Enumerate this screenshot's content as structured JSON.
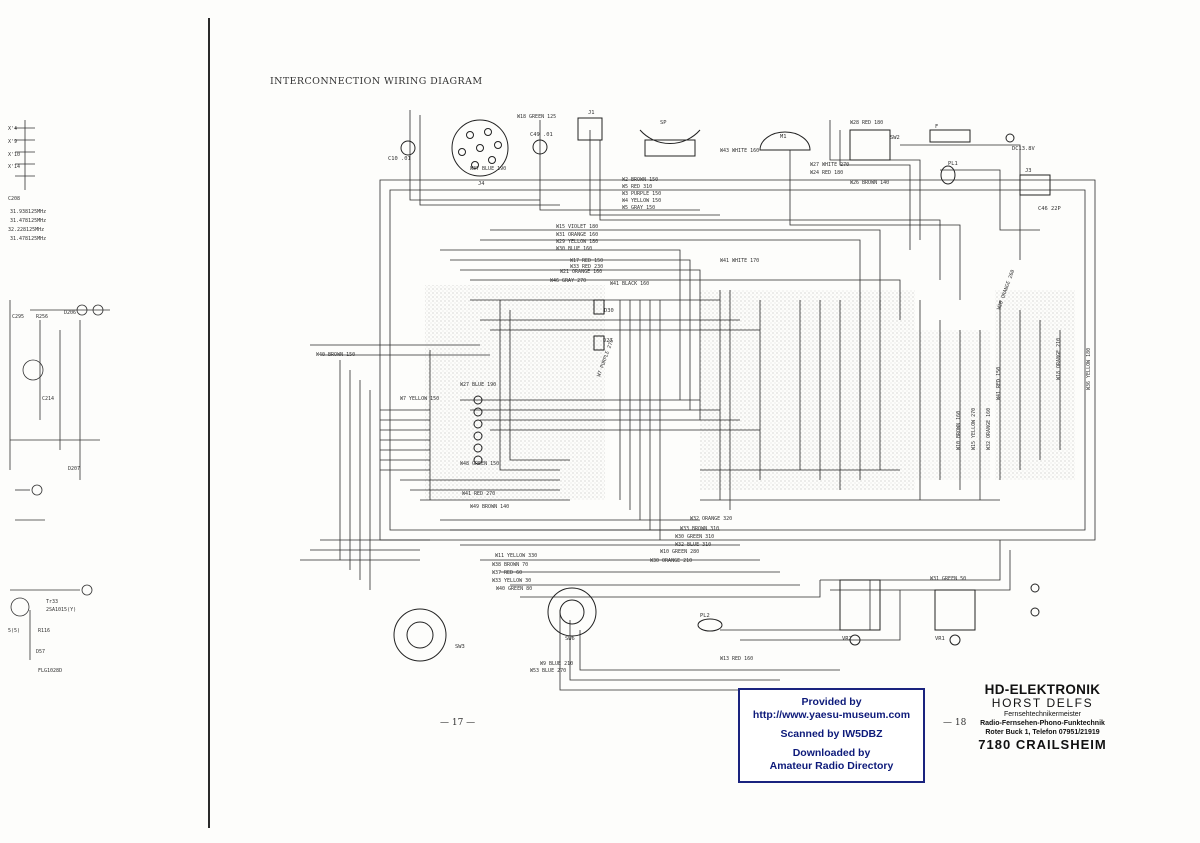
{
  "title": "INTERCONNECTION WIRING DIAGRAM",
  "page_numbers": {
    "left": "— 17 —",
    "right": "— 18"
  },
  "credits": {
    "line1": "Provided by",
    "line2": "http://www.yaesu-museum.com",
    "line3": "Scanned by IW5DBZ",
    "line4": "Downloaded by",
    "line5": "Amateur Radio Directory"
  },
  "stamp": {
    "line1": "HD-ELEKTRONIK",
    "line2": "HORST DELFS",
    "line3": "Fernsehtechnikermeister",
    "line4": "Radio-Fernsehen-Phono-Funktechnik",
    "line5": "Roter Buck 1, Telefon 07951/21919",
    "line6": "7180 CRAILSHEIM"
  },
  "wire_labels": [
    {
      "text": "W18 GREEN 125",
      "pos": "top-left"
    },
    {
      "text": "W37 BLUE 190",
      "pos": "top-left"
    },
    {
      "text": "W2 BROWN 150",
      "pos": "upper-middle"
    },
    {
      "text": "W5 RED 310",
      "pos": "upper-middle"
    },
    {
      "text": "W3 PURPLE 150",
      "pos": "upper-middle"
    },
    {
      "text": "W4 YELLOW 150",
      "pos": "upper-middle"
    },
    {
      "text": "W5 GRAY 150",
      "pos": "upper-middle"
    },
    {
      "text": "W43 WHITE 160",
      "pos": "top-center"
    },
    {
      "text": "W27 WHITE 270",
      "pos": "top-right"
    },
    {
      "text": "W24 RED 180",
      "pos": "top-right"
    },
    {
      "text": "W26 BROWN 140",
      "pos": "top-right"
    },
    {
      "text": "W28 RED 180",
      "pos": "top-right"
    },
    {
      "text": "W15 VIOLET 180",
      "pos": "center"
    },
    {
      "text": "W31 ORANGE 160",
      "pos": "center"
    },
    {
      "text": "W29 YELLOW 180",
      "pos": "center"
    },
    {
      "text": "W30 BLUE 160",
      "pos": "center"
    },
    {
      "text": "W17 RED 150",
      "pos": "center"
    },
    {
      "text": "W33 RED 230",
      "pos": "center"
    },
    {
      "text": "W21 ORANGE 160",
      "pos": "center"
    },
    {
      "text": "W46 GRAY 270",
      "pos": "center"
    },
    {
      "text": "W41 BLACK 160",
      "pos": "center"
    },
    {
      "text": "W41 WHITE 170",
      "pos": "center"
    },
    {
      "text": "W7 PURPLE 270",
      "pos": "center"
    },
    {
      "text": "W40 BROWN 150",
      "pos": "left"
    },
    {
      "text": "W27 BLUE 190",
      "pos": "left"
    },
    {
      "text": "W48 GREEN 150",
      "pos": "center-left"
    },
    {
      "text": "W41 RED 270",
      "pos": "lower-left"
    },
    {
      "text": "W49 BROWN 140",
      "pos": "lower-left"
    },
    {
      "text": "W32 ORANGE 320",
      "pos": "lower-middle"
    },
    {
      "text": "W33 BROWN 310",
      "pos": "lower-middle"
    },
    {
      "text": "W30 GREEN 310",
      "pos": "lower-middle"
    },
    {
      "text": "W32 BLUE 310",
      "pos": "lower-middle"
    },
    {
      "text": "W10 GREEN 280",
      "pos": "lower-middle"
    },
    {
      "text": "W30 ORANGE 210",
      "pos": "lower-middle"
    },
    {
      "text": "W11 YELLOW 330",
      "pos": "lower-left"
    },
    {
      "text": "W38 BROWN 70",
      "pos": "lower-left"
    },
    {
      "text": "W37 RED 60",
      "pos": "lower-left"
    },
    {
      "text": "W33 YELLOW 30",
      "pos": "lower-left"
    },
    {
      "text": "W40 GREEN 80",
      "pos": "lower-left"
    },
    {
      "text": "W9 BLUE 210",
      "pos": "bottom"
    },
    {
      "text": "W53 BLUE 270",
      "pos": "bottom"
    },
    {
      "text": "W13 RED 160",
      "pos": "bottom"
    },
    {
      "text": "W31 GREEN 50",
      "pos": "lower-right"
    },
    {
      "text": "W36 YELLOW 180",
      "pos": "right"
    },
    {
      "text": "W41 RED 150",
      "pos": "right"
    },
    {
      "text": "W20 ORANGE 260",
      "pos": "right"
    },
    {
      "text": "W10 BROWN 160",
      "pos": "right"
    },
    {
      "text": "W15 YELLOW 270",
      "pos": "right"
    },
    {
      "text": "W32 ORANGE 160",
      "pos": "right"
    },
    {
      "text": "W18 ORANGE 210",
      "pos": "right"
    },
    {
      "text": "W7 YELLOW 150",
      "pos": "right"
    }
  ],
  "component_labels": [
    {
      "text": "J4"
    },
    {
      "text": "J1"
    },
    {
      "text": "M1"
    },
    {
      "text": "SW2"
    },
    {
      "text": "F"
    },
    {
      "text": "DC13.8V"
    },
    {
      "text": "PL1"
    },
    {
      "text": "J3"
    },
    {
      "text": "SW6"
    },
    {
      "text": "SW3"
    },
    {
      "text": "PL2"
    },
    {
      "text": "VR1"
    },
    {
      "text": "VR2"
    },
    {
      "text": "D30"
    },
    {
      "text": "D27"
    },
    {
      "text": "C10 .01"
    },
    {
      "text": "C49 .01"
    },
    {
      "text": "C46 22P"
    },
    {
      "text": "SP"
    }
  ],
  "left_fragment_labels": [
    "X'4",
    "X'9",
    "X'10",
    "X'14",
    "C208",
    "31.938125MHz",
    "31.478125MHz",
    "32.228125MHz",
    "31.478125MHz",
    "C295",
    "D206",
    "R256",
    "C214",
    "D207",
    "Tr33",
    "2SA1015(Y)",
    "R116",
    "5(5)",
    "D57",
    "FLG1028D"
  ]
}
